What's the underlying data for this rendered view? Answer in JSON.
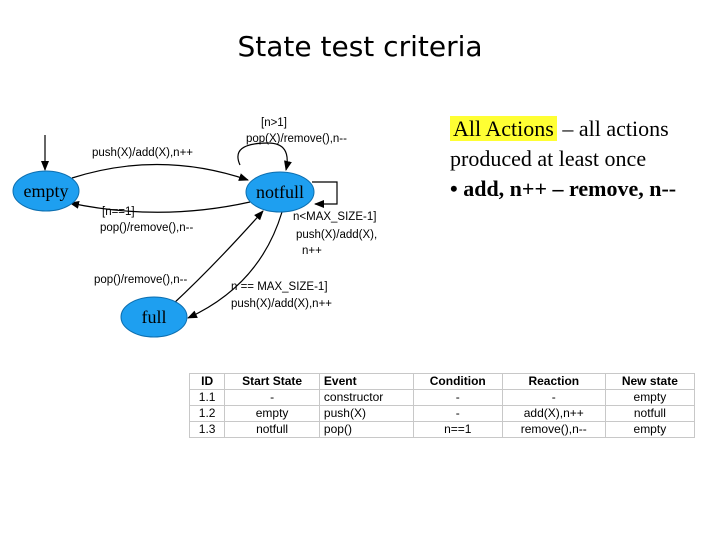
{
  "title": "State test criteria",
  "states": {
    "empty": "empty",
    "notfull": "notfull",
    "full": "full"
  },
  "edges": {
    "push_empty_notfull": "push(X)/add(X),n++",
    "cond_n_eq_1": "[n==1]",
    "pop_notfull_empty": "pop()/remove(),n--",
    "cond_n_gt_1": "[n>1]",
    "pop_notfull_self": "pop(X)/remove(),n--",
    "cond_lt_max": "n<MAX_SIZE-1]",
    "push_self_1": "push(X)/add(X),",
    "push_self_2": "n++",
    "pop_full_notfull": "pop()/remove(),n--",
    "cond_eq_max": "n == MAX_SIZE-1]",
    "push_notfull_full": "push(X)/add(X),n++"
  },
  "bullets": {
    "highlight": "All Actions",
    "line1_rest": " – all actions",
    "line2": "produced at least once",
    "bullet": "•",
    "line3": "add, n++ – remove, n--"
  },
  "table": {
    "headers": [
      "ID",
      "Start State",
      "Event",
      "Condition",
      "Reaction",
      "New state"
    ],
    "rows": [
      [
        "1.1",
        "-",
        "constructor",
        "-",
        "-",
        "empty"
      ],
      [
        "1.2",
        "empty",
        "push(X)",
        "-",
        "add(X),n++",
        "notfull"
      ],
      [
        "1.3",
        "notfull",
        "pop()",
        "n==1",
        "remove(),n--",
        "empty"
      ]
    ]
  },
  "colors": {
    "state_fill": "#1e9ff0",
    "highlight": "#ffff33"
  }
}
